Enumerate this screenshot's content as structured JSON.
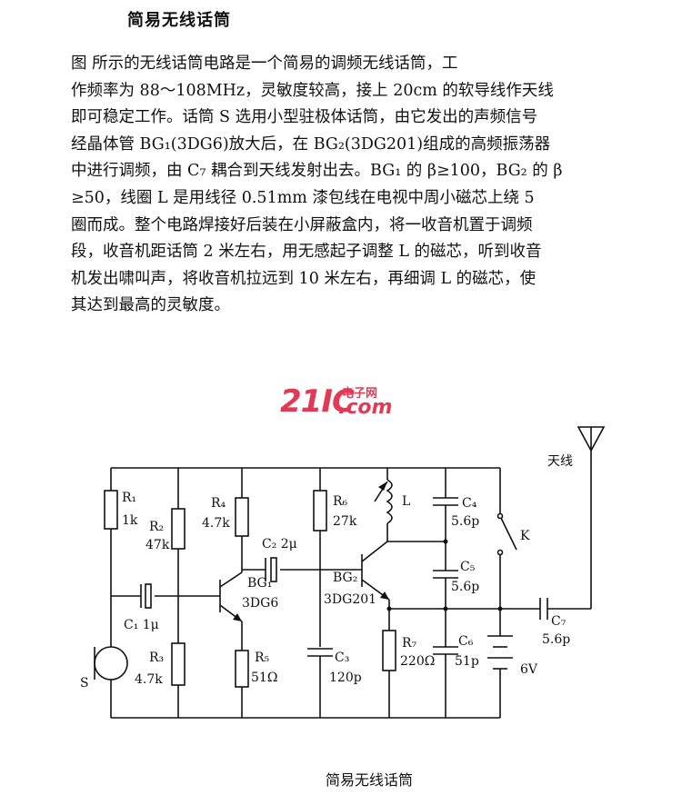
{
  "title": "简易无线话筒",
  "paragraph_lines": [
    "图      所示的无线话筒电路是一个简易的调频无线话筒，工",
    "作频率为 88～108MHz，灵敏度较高，接上 20cm 的软导线作天线",
    "即可稳定工作。话筒 S 选用小型驻极体话筒，由它发出的声频信号",
    "经晶体管 BG₁(3DG6)放大后，在 BG₂(3DG201)组成的高频振荡器",
    "中进行调频，由 C₇ 耦合到天线发射出去。BG₁ 的 β≥100，BG₂ 的 β",
    "≥50，线圈 L 是用线径 0.51mm 漆包线在电视中周小磁芯上绕 5",
    "圈而成。整个电路焊接好后装在小屏蔽盒内，将一收音机置于调频",
    "段，收音机距话筒 2 米左右，用无感起子调整 L 的磁芯，听到收音",
    "机发出啸叫声，将收音机拉远到 10 米左右，再细调 L 的磁芯，使",
    "其达到最高的灵敏度。"
  ],
  "watermark": {
    "main": "21IC",
    "small": "电子网",
    "com": ".com"
  },
  "schematic_labels": {
    "r1": "R₁",
    "r1v": "1k",
    "r2": "R₂",
    "r2v": "47k",
    "r3": "R₃",
    "r3v": "4.7k",
    "r4": "R₄",
    "r4v": "4.7k",
    "r5": "R₅",
    "r5v": "51Ω",
    "r6": "R₆",
    "r6v": "27k",
    "r7": "R₇",
    "r7v": "220Ω",
    "c1": "C₁ 1μ",
    "c2": "C₂ 2μ",
    "c3": "C₃",
    "c3v": "120p",
    "c4": "C₄",
    "c4v": "5.6p",
    "c5": "C₅",
    "c5v": "5.6p",
    "c6": "C₆",
    "c6v": "51p",
    "c7": "C₇",
    "c7v": "5.6p",
    "bg1": "BG₁",
    "bg1v": "3DG6",
    "bg2": "BG₂",
    "bg2v": "3DG201",
    "l": "L",
    "k": "K",
    "antenna": "天线",
    "battery": "6V",
    "mic": "S"
  },
  "caption": "简易无线话筒"
}
